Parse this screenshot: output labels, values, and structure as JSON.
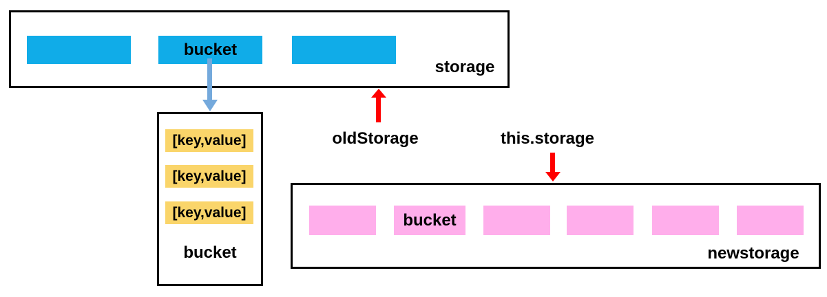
{
  "colors": {
    "bucket_blue": "#10ACE8",
    "entry_yellow": "#FAD56A",
    "bucket_pink": "#FFAEEB",
    "arrow_blue": "#74A9DC",
    "arrow_red": "#FF0000"
  },
  "old_storage": {
    "box_label": "storage",
    "bucket_label": "bucket"
  },
  "bucket_detail": {
    "entries": [
      "[key,value]",
      "[key,value]",
      "[key,value]"
    ],
    "box_label": "bucket"
  },
  "annotations": {
    "old_storage_label": "oldStorage",
    "this_storage_label": "this.storage"
  },
  "new_storage": {
    "bucket_label": "bucket",
    "box_label": "newstorage"
  }
}
